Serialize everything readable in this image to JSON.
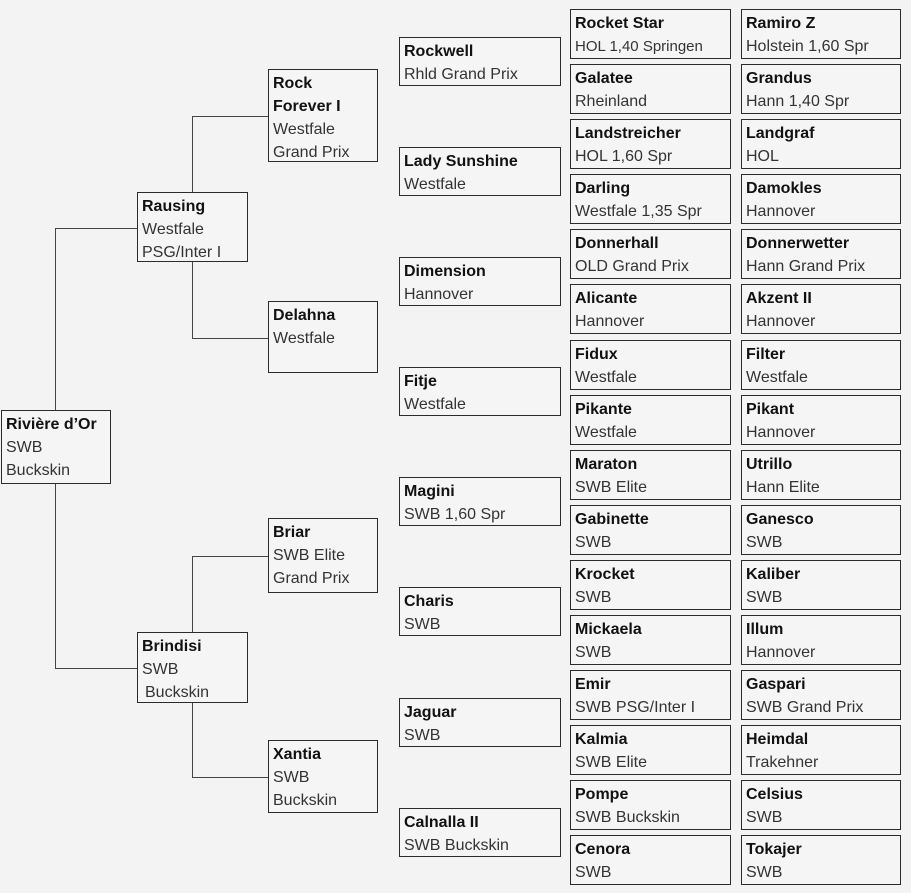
{
  "subject": {
    "name": "Rivière d’Or",
    "info": [
      "SWB",
      "Buckskin"
    ]
  },
  "sire": {
    "name": "Rausing",
    "info": [
      "Westfale",
      "PSG/Inter I"
    ]
  },
  "dam": {
    "name": "Brindisi",
    "info": [
      "SWB",
      "Buckskin"
    ]
  },
  "sire_sire": {
    "name_lines": [
      "Rock",
      "Forever I"
    ],
    "info": [
      "Westfale",
      "Grand Prix"
    ]
  },
  "sire_dam": {
    "name": "Delahna",
    "info": [
      "Westfale"
    ]
  },
  "dam_sire": {
    "name": "Briar",
    "info": [
      "SWB Elite",
      "Grand Prix"
    ]
  },
  "dam_dam": {
    "name": "Xantia",
    "info": [
      "SWB",
      "Buckskin"
    ]
  },
  "gen3": [
    {
      "name": "Rockwell",
      "info": "Rhld Grand Prix"
    },
    {
      "name": "Lady Sunshine",
      "info": "Westfale"
    },
    {
      "name": "Dimension",
      "info": "Hannover"
    },
    {
      "name": "Fitje",
      "info": "Westfale"
    },
    {
      "name": "Magini",
      "info": "SWB 1,60 Spr"
    },
    {
      "name": "Charis",
      "info": "SWB"
    },
    {
      "name": "Jaguar",
      "info": "SWB"
    },
    {
      "name": "Calnalla II",
      "info": "SWB Buckskin"
    }
  ],
  "gen4": [
    {
      "name": "Rocket Star",
      "info": "HOL 1,40 Springen"
    },
    {
      "name": "Galatee",
      "info": "Rheinland"
    },
    {
      "name": "Landstreicher",
      "info": "HOL 1,60 Spr"
    },
    {
      "name": "Darling",
      "info": "Westfale 1,35 Spr"
    },
    {
      "name": "Donnerhall",
      "info": "OLD Grand Prix"
    },
    {
      "name": "Alicante",
      "info": "Hannover"
    },
    {
      "name": "Fidux",
      "info": "Westfale"
    },
    {
      "name": "Pikante",
      "info": "Westfale"
    },
    {
      "name": "Maraton",
      "info": "SWB Elite"
    },
    {
      "name": "Gabinette",
      "info": "SWB"
    },
    {
      "name": "Krocket",
      "info": "SWB"
    },
    {
      "name": "Mickaela",
      "info": "SWB"
    },
    {
      "name": "Emir",
      "info": "SWB PSG/Inter I"
    },
    {
      "name": "Kalmia",
      "info": "SWB Elite"
    },
    {
      "name": "Pompe",
      "info": "SWB Buckskin"
    },
    {
      "name": "Cenora",
      "info": "SWB"
    }
  ],
  "gen5": [
    {
      "name": "Ramiro Z",
      "info": "Holstein 1,60 Spr"
    },
    {
      "name": "Grandus",
      "info": "Hann 1,40 Spr"
    },
    {
      "name": "Landgraf",
      "info": "HOL"
    },
    {
      "name": "Damokles",
      "info": "Hannover"
    },
    {
      "name": "Donnerwetter",
      "info": "Hann Grand Prix"
    },
    {
      "name": "Akzent II",
      "info": "Hannover"
    },
    {
      "name": "Filter",
      "info": "Westfale"
    },
    {
      "name": "Pikant",
      "info": "Hannover"
    },
    {
      "name": "Utrillo",
      "info": "Hann Elite"
    },
    {
      "name": "Ganesco",
      "info": "SWB"
    },
    {
      "name": "Kaliber",
      "info": "SWB"
    },
    {
      "name": "Illum",
      "info": "Hannover"
    },
    {
      "name": "Gaspari",
      "info": "SWB Grand Prix"
    },
    {
      "name": "Heimdal",
      "info": "Trakehner"
    },
    {
      "name": "Celsius",
      "info": "SWB"
    },
    {
      "name": "Tokajer",
      "info": "SWB"
    }
  ]
}
